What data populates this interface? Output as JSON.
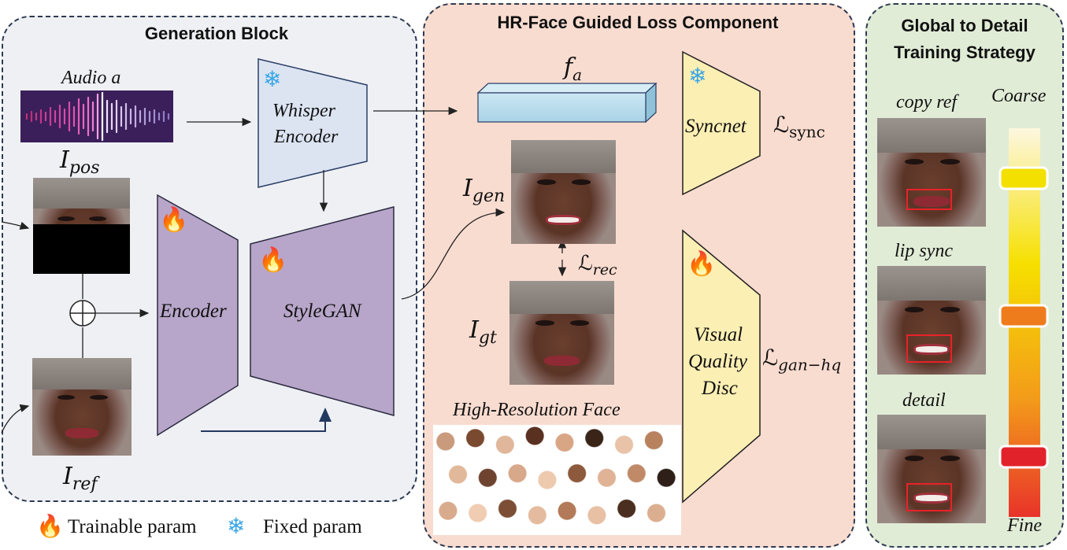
{
  "panels": {
    "generation": {
      "title": "Generation Block"
    },
    "loss": {
      "title": "HR-Face Guided Loss Component"
    },
    "strategy": {
      "title_line1": "Global to Detail",
      "title_line2": "Training Strategy"
    }
  },
  "generation": {
    "audio_label": "Audio a",
    "i_pos": {
      "main": "I",
      "sub": "pos"
    },
    "i_ref": {
      "main": "I",
      "sub": "ref"
    },
    "whisper_line1": "Whisper",
    "whisper_line2": "Encoder",
    "encoder": "Encoder",
    "stylegan": "StyleGAN"
  },
  "loss": {
    "f_a": {
      "main": "f",
      "sub": "a"
    },
    "syncnet": "Syncnet",
    "l_sync": {
      "main": "ℒ",
      "sub": "sync"
    },
    "i_gen": {
      "main": "I",
      "sub": "gen"
    },
    "l_rec": {
      "main": "ℒ",
      "sub": "rec"
    },
    "i_gt": {
      "main": "I",
      "sub": "gt"
    },
    "disc_line1": "Visual",
    "disc_line2": "Quality",
    "disc_line3": "Disc",
    "l_gan": {
      "main": "ℒ",
      "sub": "gan−hq"
    },
    "hr_face": "High-Resolution Face"
  },
  "strategy": {
    "stages": [
      "copy ref",
      "lip sync",
      "detail"
    ],
    "coarse": "Coarse",
    "fine": "Fine"
  },
  "legend": {
    "trainable": "Trainable param",
    "fixed": "Fixed param"
  },
  "colors": {
    "gen_bg": "#eef0f4",
    "loss_bg": "#f9dcd0",
    "strategy_bg": "#e1ecd6",
    "purple": "#b7a6c9",
    "whisper": "#dce4f2",
    "yellow": "#fcefb4",
    "feature": "#b5dcec",
    "audio": "#3b1f5a"
  }
}
